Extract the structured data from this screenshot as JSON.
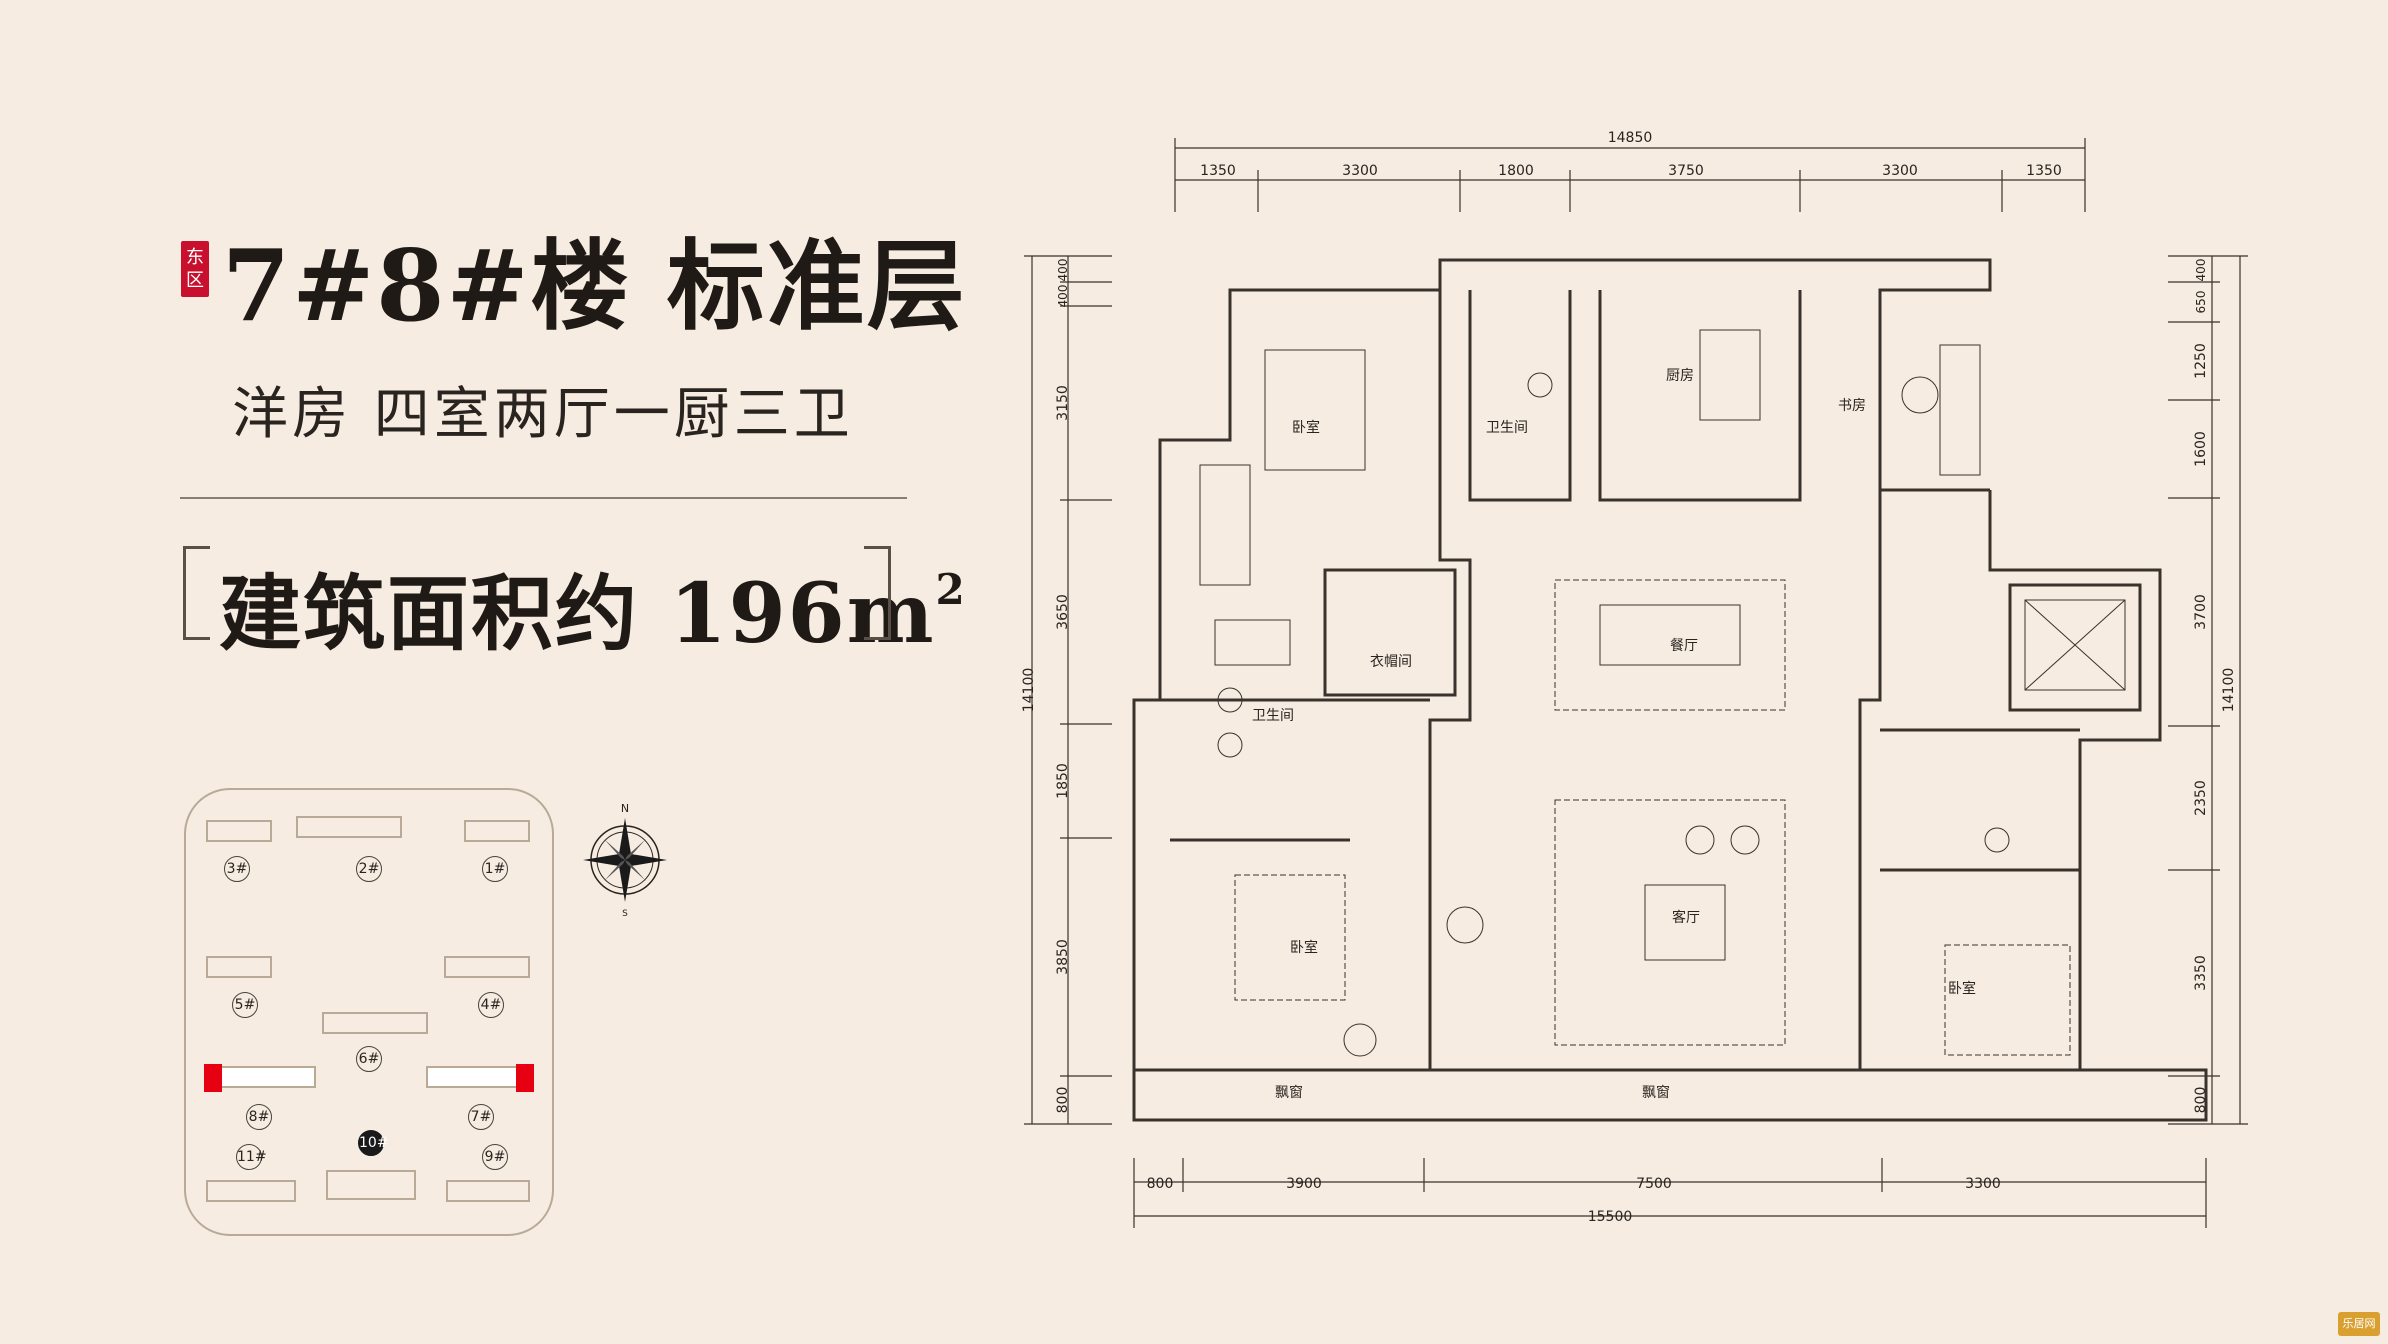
{
  "heading": {
    "zone": "东区",
    "title": "7#8#楼 标准层",
    "subtitle": "洋房 四室两厅一厨三卫",
    "area_prefix": "建筑面积约 196m",
    "area_sup": "2"
  },
  "site_map": {
    "buildings": [
      "3#",
      "2#",
      "1#",
      "5#",
      "4#",
      "6#",
      "8#",
      "7#",
      "11#",
      "10#",
      "9#"
    ],
    "compass_north": "N",
    "compass_south": "S"
  },
  "plan": {
    "dims_top": {
      "total": "14850",
      "segments": [
        "1350",
        "3300",
        "1800",
        "3750",
        "3300",
        "1350"
      ]
    },
    "dims_bottom": {
      "total": "15500",
      "segments": [
        "800",
        "3900",
        "7500",
        "3300"
      ]
    },
    "dims_left": {
      "total": "14100",
      "segments": [
        "400",
        "400",
        "3150",
        "3650",
        "1850",
        "3850",
        "800"
      ]
    },
    "dims_right": {
      "total": "14100",
      "segments": [
        "400",
        "650",
        "1250",
        "1600",
        "3700",
        "2350",
        "3350",
        "800"
      ]
    },
    "rooms": {
      "bedroom_nw": "卧室",
      "bath_top": "卫生间",
      "kitchen": "厨房",
      "study": "书房",
      "dining": "餐厅",
      "closet": "衣帽间",
      "bath_master": "卫生间",
      "living": "客厅",
      "bedroom_sw": "卧室",
      "bedroom_se": "卧室",
      "bay_left": "飘窗",
      "bay_center": "飘窗"
    }
  },
  "corner_logo": "乐居网",
  "colors": {
    "background": "#f6ece1",
    "accent_red": "#c8102e",
    "marker_red": "#e60012",
    "line": "#3a322c"
  }
}
